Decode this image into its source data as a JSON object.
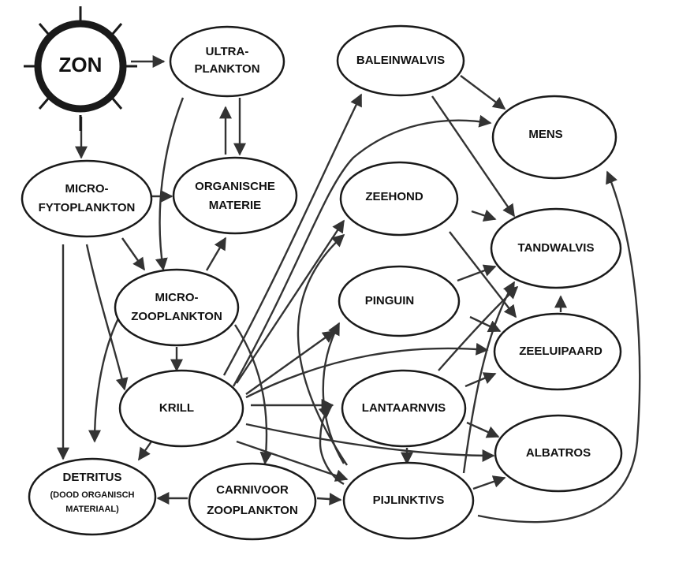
{
  "diagram": {
    "type": "food-web",
    "nodes": [
      {
        "id": "zon",
        "lines": [
          "ZON"
        ]
      },
      {
        "id": "ultraplankton",
        "lines": [
          "ULTRA-",
          "PLANKTON"
        ]
      },
      {
        "id": "microfytoplankton",
        "lines": [
          "MICRO-",
          "FYTOPLANKTON"
        ]
      },
      {
        "id": "organische-materie",
        "lines": [
          "ORGANISCHE",
          "MATERIE"
        ]
      },
      {
        "id": "microzooplankton",
        "lines": [
          "MICRO-",
          "ZOOPLANKTON"
        ]
      },
      {
        "id": "krill",
        "lines": [
          "KRILL"
        ]
      },
      {
        "id": "detritus",
        "lines": [
          "DETRITUS"
        ],
        "sublines": [
          "(DOOD ORGANISCH",
          "MATERIAAL)"
        ]
      },
      {
        "id": "carnivoor-zooplankton",
        "lines": [
          "CARNIVOOR",
          "ZOOPLANKTON"
        ]
      },
      {
        "id": "baleinwalvis",
        "lines": [
          "BALEINWALVIS"
        ]
      },
      {
        "id": "zeehond",
        "lines": [
          "ZEEHOND"
        ]
      },
      {
        "id": "pinguin",
        "lines": [
          "PINGUIN"
        ]
      },
      {
        "id": "lantaarnvis",
        "lines": [
          "LANTAARNVIS"
        ]
      },
      {
        "id": "pijlinktvis",
        "lines": [
          "PIJLINKTIVS"
        ]
      },
      {
        "id": "mens",
        "lines": [
          "MENS"
        ]
      },
      {
        "id": "tandwalvis",
        "lines": [
          "TANDWALVIS"
        ]
      },
      {
        "id": "zeeluipaard",
        "lines": [
          "ZEELUIPAARD"
        ]
      },
      {
        "id": "albatros",
        "lines": [
          "ALBATROS"
        ]
      }
    ],
    "edges": [
      {
        "from": "zon",
        "to": "ultraplankton"
      },
      {
        "from": "zon",
        "to": "microfytoplankton"
      },
      {
        "from": "ultraplankton",
        "to": "organische-materie"
      },
      {
        "from": "organische-materie",
        "to": "ultraplankton"
      },
      {
        "from": "ultraplankton",
        "to": "microzooplankton"
      },
      {
        "from": "microfytoplankton",
        "to": "organische-materie"
      },
      {
        "from": "microfytoplankton",
        "to": "microzooplankton"
      },
      {
        "from": "microfytoplankton",
        "to": "detritus"
      },
      {
        "from": "microfytoplankton",
        "to": "krill"
      },
      {
        "from": "microzooplankton",
        "to": "organische-materie"
      },
      {
        "from": "microzooplankton",
        "to": "krill"
      },
      {
        "from": "microzooplankton",
        "to": "detritus"
      },
      {
        "from": "microzooplankton",
        "to": "carnivoor-zooplankton"
      },
      {
        "from": "krill",
        "to": "detritus"
      },
      {
        "from": "krill",
        "to": "baleinwalvis"
      },
      {
        "from": "krill",
        "to": "mens"
      },
      {
        "from": "krill",
        "to": "zeehond"
      },
      {
        "from": "krill",
        "to": "pinguin"
      },
      {
        "from": "krill",
        "to": "zeeluipaard"
      },
      {
        "from": "krill",
        "to": "lantaarnvis"
      },
      {
        "from": "krill",
        "to": "albatros"
      },
      {
        "from": "krill",
        "to": "pijlinktvis"
      },
      {
        "from": "carnivoor-zooplankton",
        "to": "detritus"
      },
      {
        "from": "carnivoor-zooplankton",
        "to": "pijlinktvis"
      },
      {
        "from": "baleinwalvis",
        "to": "mens"
      },
      {
        "from": "baleinwalvis",
        "to": "tandwalvis"
      },
      {
        "from": "zeehond",
        "to": "tandwalvis"
      },
      {
        "from": "zeehond",
        "to": "zeeluipaard"
      },
      {
        "from": "pinguin",
        "to": "tandwalvis"
      },
      {
        "from": "pinguin",
        "to": "zeeluipaard"
      },
      {
        "from": "lantaarnvis",
        "to": "tandwalvis"
      },
      {
        "from": "lantaarnvis",
        "to": "zeeluipaard"
      },
      {
        "from": "lantaarnvis",
        "to": "albatros"
      },
      {
        "from": "lantaarnvis",
        "to": "pijlinktvis"
      },
      {
        "from": "pijlinktvis",
        "to": "zeehond"
      },
      {
        "from": "pijlinktvis",
        "to": "pinguin"
      },
      {
        "from": "pijlinktvis",
        "to": "tandwalvis"
      },
      {
        "from": "pijlinktvis",
        "to": "albatros"
      },
      {
        "from": "pijlinktvis",
        "to": "mens"
      },
      {
        "from": "pijlinktvis",
        "to": "lantaarnvis"
      },
      {
        "from": "zeeluipaard",
        "to": "tandwalvis"
      }
    ]
  },
  "colors": {
    "stroke": "#1a1a1a",
    "arrow": "#333333",
    "background": "#ffffff"
  }
}
